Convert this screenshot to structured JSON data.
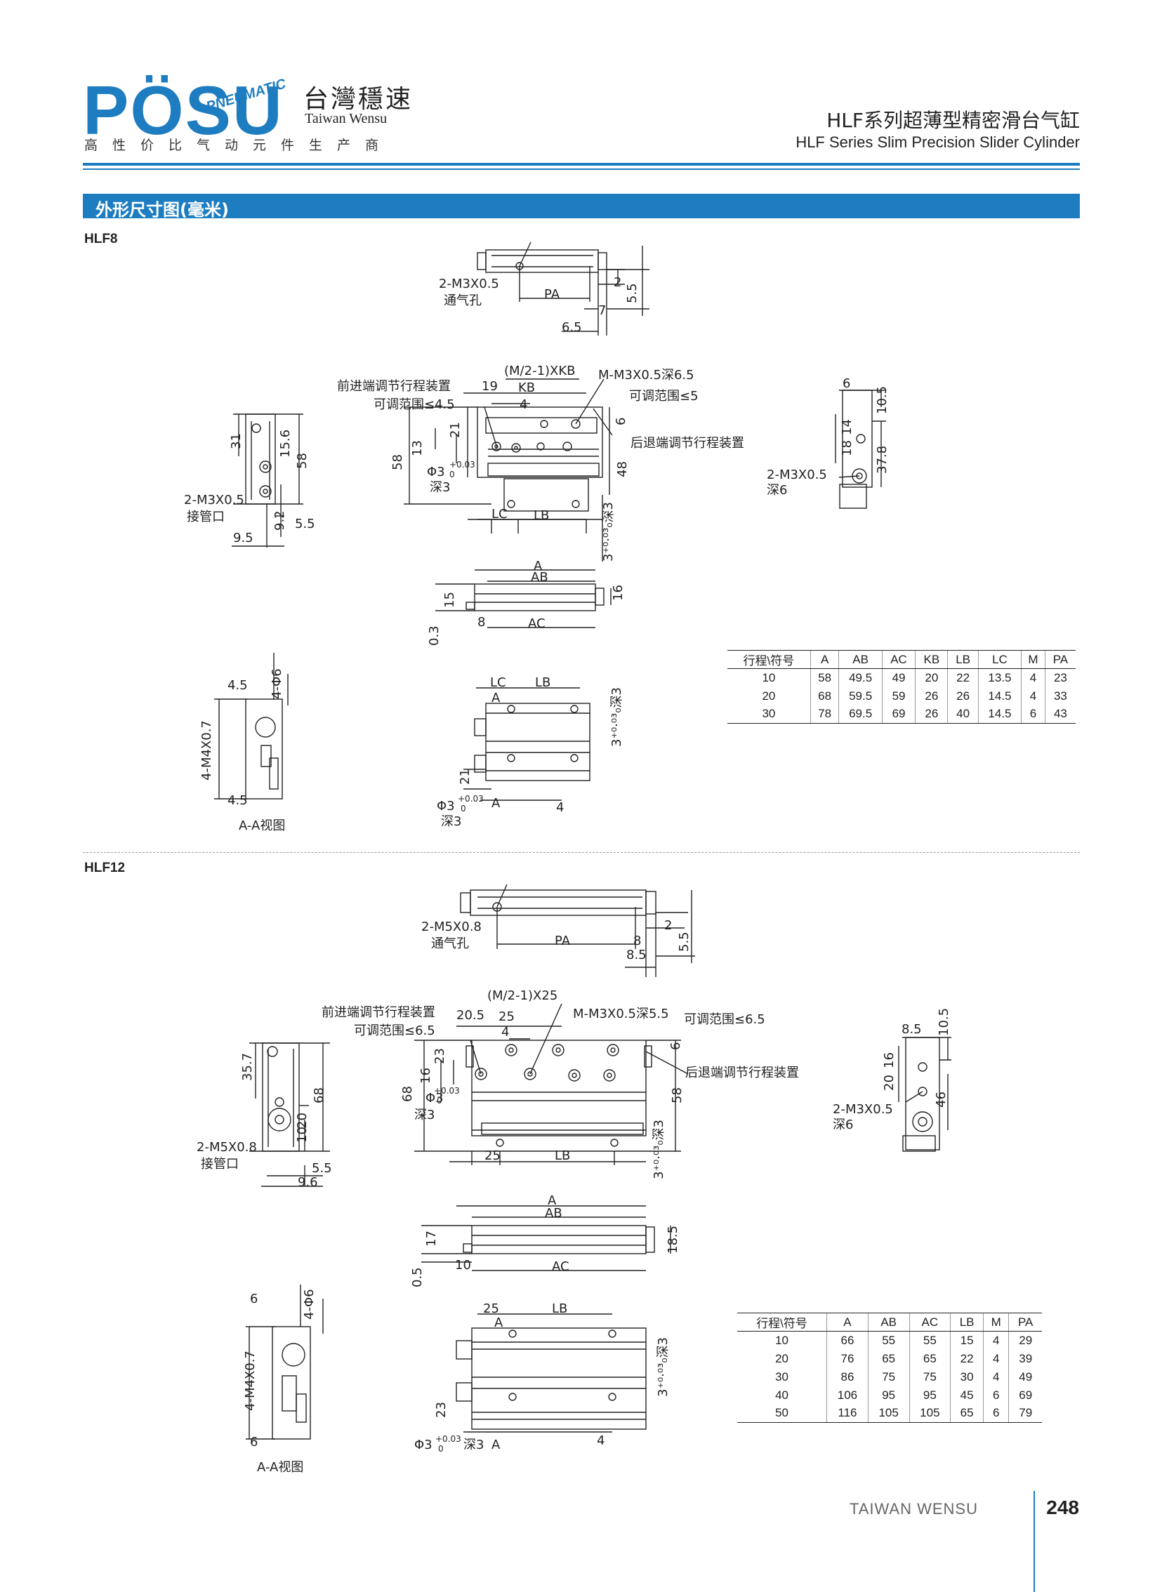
{
  "header": {
    "brand": "PÖSU",
    "brand_sub": "PNEUMATIC",
    "brand_cn": "台灣穩速",
    "brand_en": "Taiwan Wensu",
    "tagline": "高性价比气动元件生产商",
    "title_cn": "HLF系列超薄型精密滑台气缸",
    "title_en": "HLF Series Slim Precision Slider Cylinder"
  },
  "section_title": "外形尺寸图(毫米)",
  "colors": {
    "accent": "#1e7dc1",
    "line": "#222222"
  },
  "hlf8": {
    "model": "HLF8",
    "top": {
      "port": "2-M3X0.5",
      "port_note": "通气孔",
      "pa": "PA",
      "d1": "2",
      "d2": "5.5",
      "d3": "7",
      "d4": "6.5"
    },
    "main": {
      "forward_adjuster": "前进端调节行程装置",
      "forward_range": "可调范围≤4.5",
      "holes": "(M/2-1)XKB",
      "thread": "M-M3X0.5深6.5",
      "rear_range": "可调范围≤5",
      "rear_adjuster": "后退端调节行程装置",
      "d19": "19",
      "kb": "KB",
      "d4": "4",
      "d6": "6",
      "d21": "21",
      "d13": "13",
      "d58": "58",
      "d48": "48",
      "phi": "Φ3",
      "tol": "+0.03",
      "tol0": "0",
      "depth": "深3",
      "lc": "LC",
      "lb": "LB",
      "bottom_dim": "3⁺⁰·⁰³₀深3"
    },
    "left": {
      "d31": "31",
      "d156": "15.6",
      "d58": "58",
      "port": "2-M3X0.5",
      "port_note": "接管口",
      "d92": "9.2",
      "d55": "5.5",
      "d95": "9.5"
    },
    "right": {
      "d6": "6",
      "d105": "10.5",
      "d14": "14",
      "d18": "18",
      "d378": "37.8",
      "port": "2-M3X0.5",
      "depth": "深6"
    },
    "bottom": {
      "a": "A",
      "ab": "AB",
      "ac": "AC",
      "d15": "15",
      "d16": "16",
      "d8": "8",
      "d03": "0.3"
    },
    "section": {
      "d45a": "4.5",
      "d4phi6": "4-Φ6",
      "m4": "4-M4X0.7",
      "d45b": "4.5",
      "caption": "A-A视图"
    },
    "plan": {
      "lc": "LC",
      "lb": "LB",
      "a_top": "A",
      "a_bot": "A",
      "d21": "21",
      "d4": "4",
      "phi": "Φ3",
      "tol": "+0.03",
      "tol0": "0",
      "depth": "深3",
      "right_dim": "3⁺⁰·⁰³₀深3"
    },
    "table": {
      "headers": [
        "行程\\符号",
        "A",
        "AB",
        "AC",
        "KB",
        "LB",
        "LC",
        "M",
        "PA"
      ],
      "rows": [
        [
          "10",
          "58",
          "49.5",
          "49",
          "20",
          "22",
          "13.5",
          "4",
          "23"
        ],
        [
          "20",
          "68",
          "59.5",
          "59",
          "26",
          "26",
          "14.5",
          "4",
          "33"
        ],
        [
          "30",
          "78",
          "69.5",
          "69",
          "26",
          "40",
          "14.5",
          "6",
          "43"
        ]
      ]
    }
  },
  "hlf12": {
    "model": "HLF12",
    "top": {
      "port": "2-M5X0.8",
      "port_note": "通气孔",
      "pa": "PA",
      "d1": "2",
      "d2": "5.5",
      "d3": "8",
      "d4": "8.5"
    },
    "main": {
      "forward_adjuster": "前进端调节行程装置",
      "forward_range": "可调范围≤6.5",
      "holes": "(M/2-1)X25",
      "thread": "M-M3X0.5深5.5",
      "rear_range": "可调范围≤6.5",
      "rear_adjuster": "后退端调节行程装置",
      "d205": "20.5",
      "d25": "25",
      "d4": "4",
      "d6": "6",
      "d23": "23",
      "d16": "16",
      "d68": "68",
      "d58": "58",
      "phi": "Φ3",
      "tol": "+0.03",
      "tol0": "0",
      "depth": "深3",
      "d25b": "25",
      "lb": "LB",
      "bottom_dim": "3⁺⁰·⁰³₀深3"
    },
    "left": {
      "d357": "35.7",
      "d68": "68",
      "d20": "20",
      "d10": "10",
      "port": "2-M5X0.8",
      "port_note": "接管口",
      "d55": "5.5",
      "d96": "9.6"
    },
    "right": {
      "d85": "8.5",
      "d105": "10.5",
      "d16": "16",
      "d20": "20",
      "d46": "46",
      "port": "2-M3X0.5",
      "depth": "深6"
    },
    "bottom": {
      "a": "A",
      "ab": "AB",
      "ac": "AC",
      "d17": "17",
      "d185": "18.5",
      "d10": "10",
      "d05": "0.5"
    },
    "section": {
      "d6a": "6",
      "d4phi6": "4-Φ6",
      "m4": "4-M4X0.7",
      "d6b": "6",
      "caption": "A-A视图"
    },
    "plan": {
      "d25": "25",
      "lb": "LB",
      "a_top": "A",
      "a_bot": "A",
      "d23": "23",
      "d4": "4",
      "phi": "Φ3",
      "tol": "+0.03",
      "tol0": "0",
      "depth": "深3",
      "right_dim": "3⁺⁰·⁰³₀深3"
    },
    "table": {
      "headers": [
        "行程\\符号",
        "A",
        "AB",
        "AC",
        "LB",
        "M",
        "PA"
      ],
      "rows": [
        [
          "10",
          "66",
          "55",
          "55",
          "15",
          "4",
          "29"
        ],
        [
          "20",
          "76",
          "65",
          "65",
          "22",
          "4",
          "39"
        ],
        [
          "30",
          "86",
          "75",
          "75",
          "30",
          "4",
          "49"
        ],
        [
          "40",
          "106",
          "95",
          "95",
          "45",
          "6",
          "69"
        ],
        [
          "50",
          "116",
          "105",
          "105",
          "65",
          "6",
          "79"
        ]
      ]
    }
  },
  "footer": {
    "brand": "TAIWAN WENSU",
    "page": "248"
  }
}
